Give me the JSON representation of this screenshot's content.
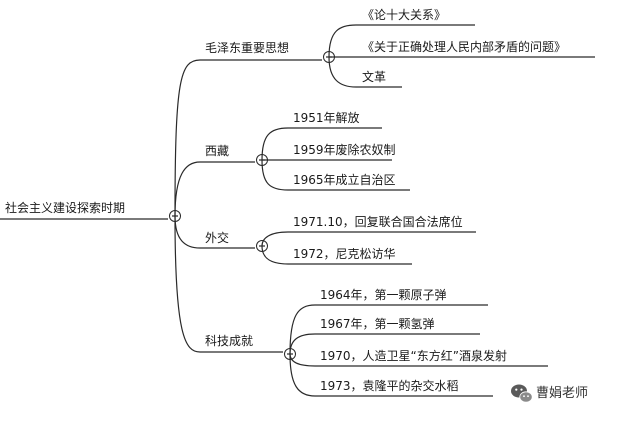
{
  "root": {
    "label": "社会主义建设探索时期"
  },
  "branches": [
    {
      "label": "毛泽东重要思想",
      "children": [
        "《论十大关系》",
        "《关于正确处理人民内部矛盾的问题》",
        "文革"
      ]
    },
    {
      "label": "西藏",
      "children": [
        "1951年解放",
        "1959年废除农奴制",
        "1965年成立自治区"
      ]
    },
    {
      "label": "外交",
      "children": [
        "1971.10，回复联合国合法席位",
        "1972，尼克松访华"
      ]
    },
    {
      "label": "科技成就",
      "children": [
        "1964年，第一颗原子弹",
        "1967年，第一颗氢弹",
        "1970，人造卫星“东方红”酒泉发射",
        "1973，袁隆平的杂交水稻"
      ]
    }
  ],
  "watermark": {
    "text": "曹娟老师",
    "icon": "wechat-icon"
  }
}
